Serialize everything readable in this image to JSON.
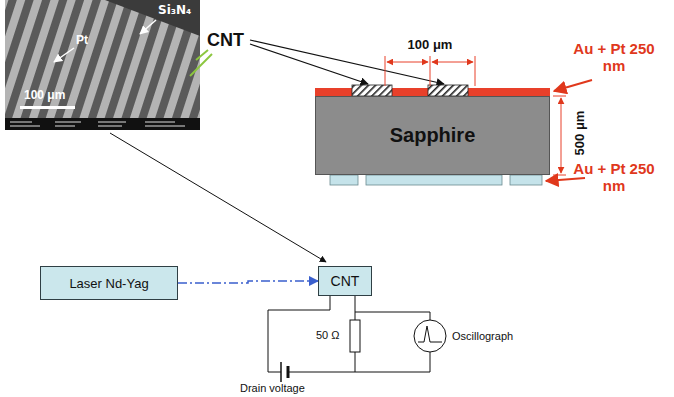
{
  "diagram": {
    "nodes": [
      {
        "text": [
          "Sapphire"
        ]
      },
      {
        "text": [
          "Laser Nd-Yag"
        ]
      },
      {
        "text": [
          "CNT"
        ]
      }
    ],
    "edges": [
      {
        "from": 1,
        "to": 2,
        "arrow": "to"
      }
    ],
    "labels": [
      "Pt",
      "Si₃N₄",
      "100 μm",
      "CNT",
      "100 μm",
      "Au + Pt 250 nm",
      "500 μm",
      "Au + Pt 250 nm",
      "50 Ω",
      "Oscillograph",
      "Drain voltage"
    ]
  }
}
